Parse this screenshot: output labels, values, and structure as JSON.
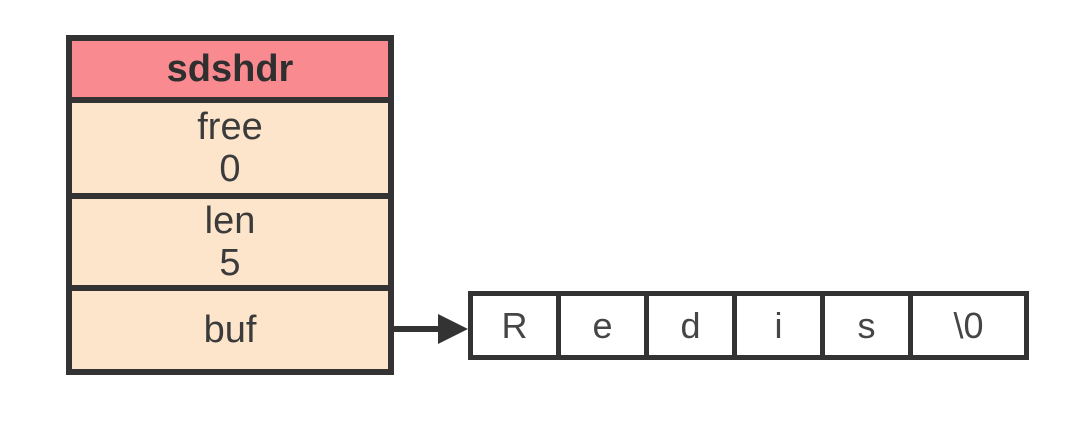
{
  "struct": {
    "title": "sdshdr",
    "fields": [
      {
        "name": "free",
        "value": "0"
      },
      {
        "name": "len",
        "value": "5"
      },
      {
        "name": "buf",
        "value": ""
      }
    ]
  },
  "array": {
    "cells": [
      "R",
      "e",
      "d",
      "i",
      "s",
      "\\0"
    ]
  },
  "colors": {
    "header_bg": "#f98a90",
    "field_bg": "#fde5cc",
    "cell_bg": "#ffffff",
    "border": "#333333",
    "text": "#3b3b3b"
  }
}
